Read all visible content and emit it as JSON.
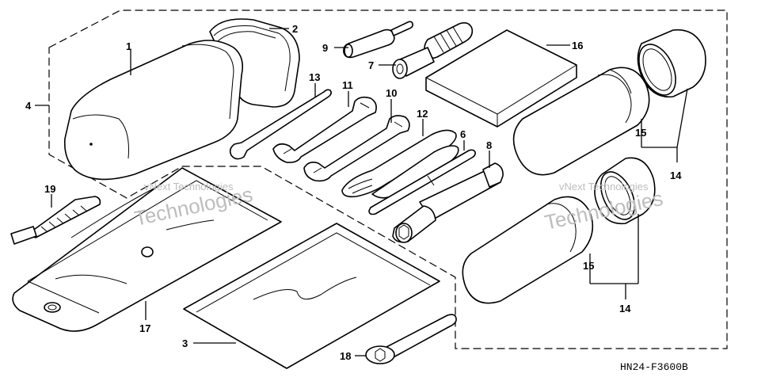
{
  "diagram": {
    "code": "HN24-F3600B",
    "watermark": {
      "line1": "vNext Technologies",
      "line2": "Technologies"
    },
    "callouts": {
      "p1": "1",
      "p2": "2",
      "p3": "3",
      "p4": "4",
      "p6": "6",
      "p7": "7",
      "p8": "8",
      "p9": "9",
      "p10": "10",
      "p11": "11",
      "p12": "12",
      "p13": "13",
      "p14a": "14",
      "p14b": "14",
      "p15a": "15",
      "p15b": "15",
      "p16": "16",
      "p17": "17",
      "p18": "18",
      "p19": "19"
    }
  }
}
